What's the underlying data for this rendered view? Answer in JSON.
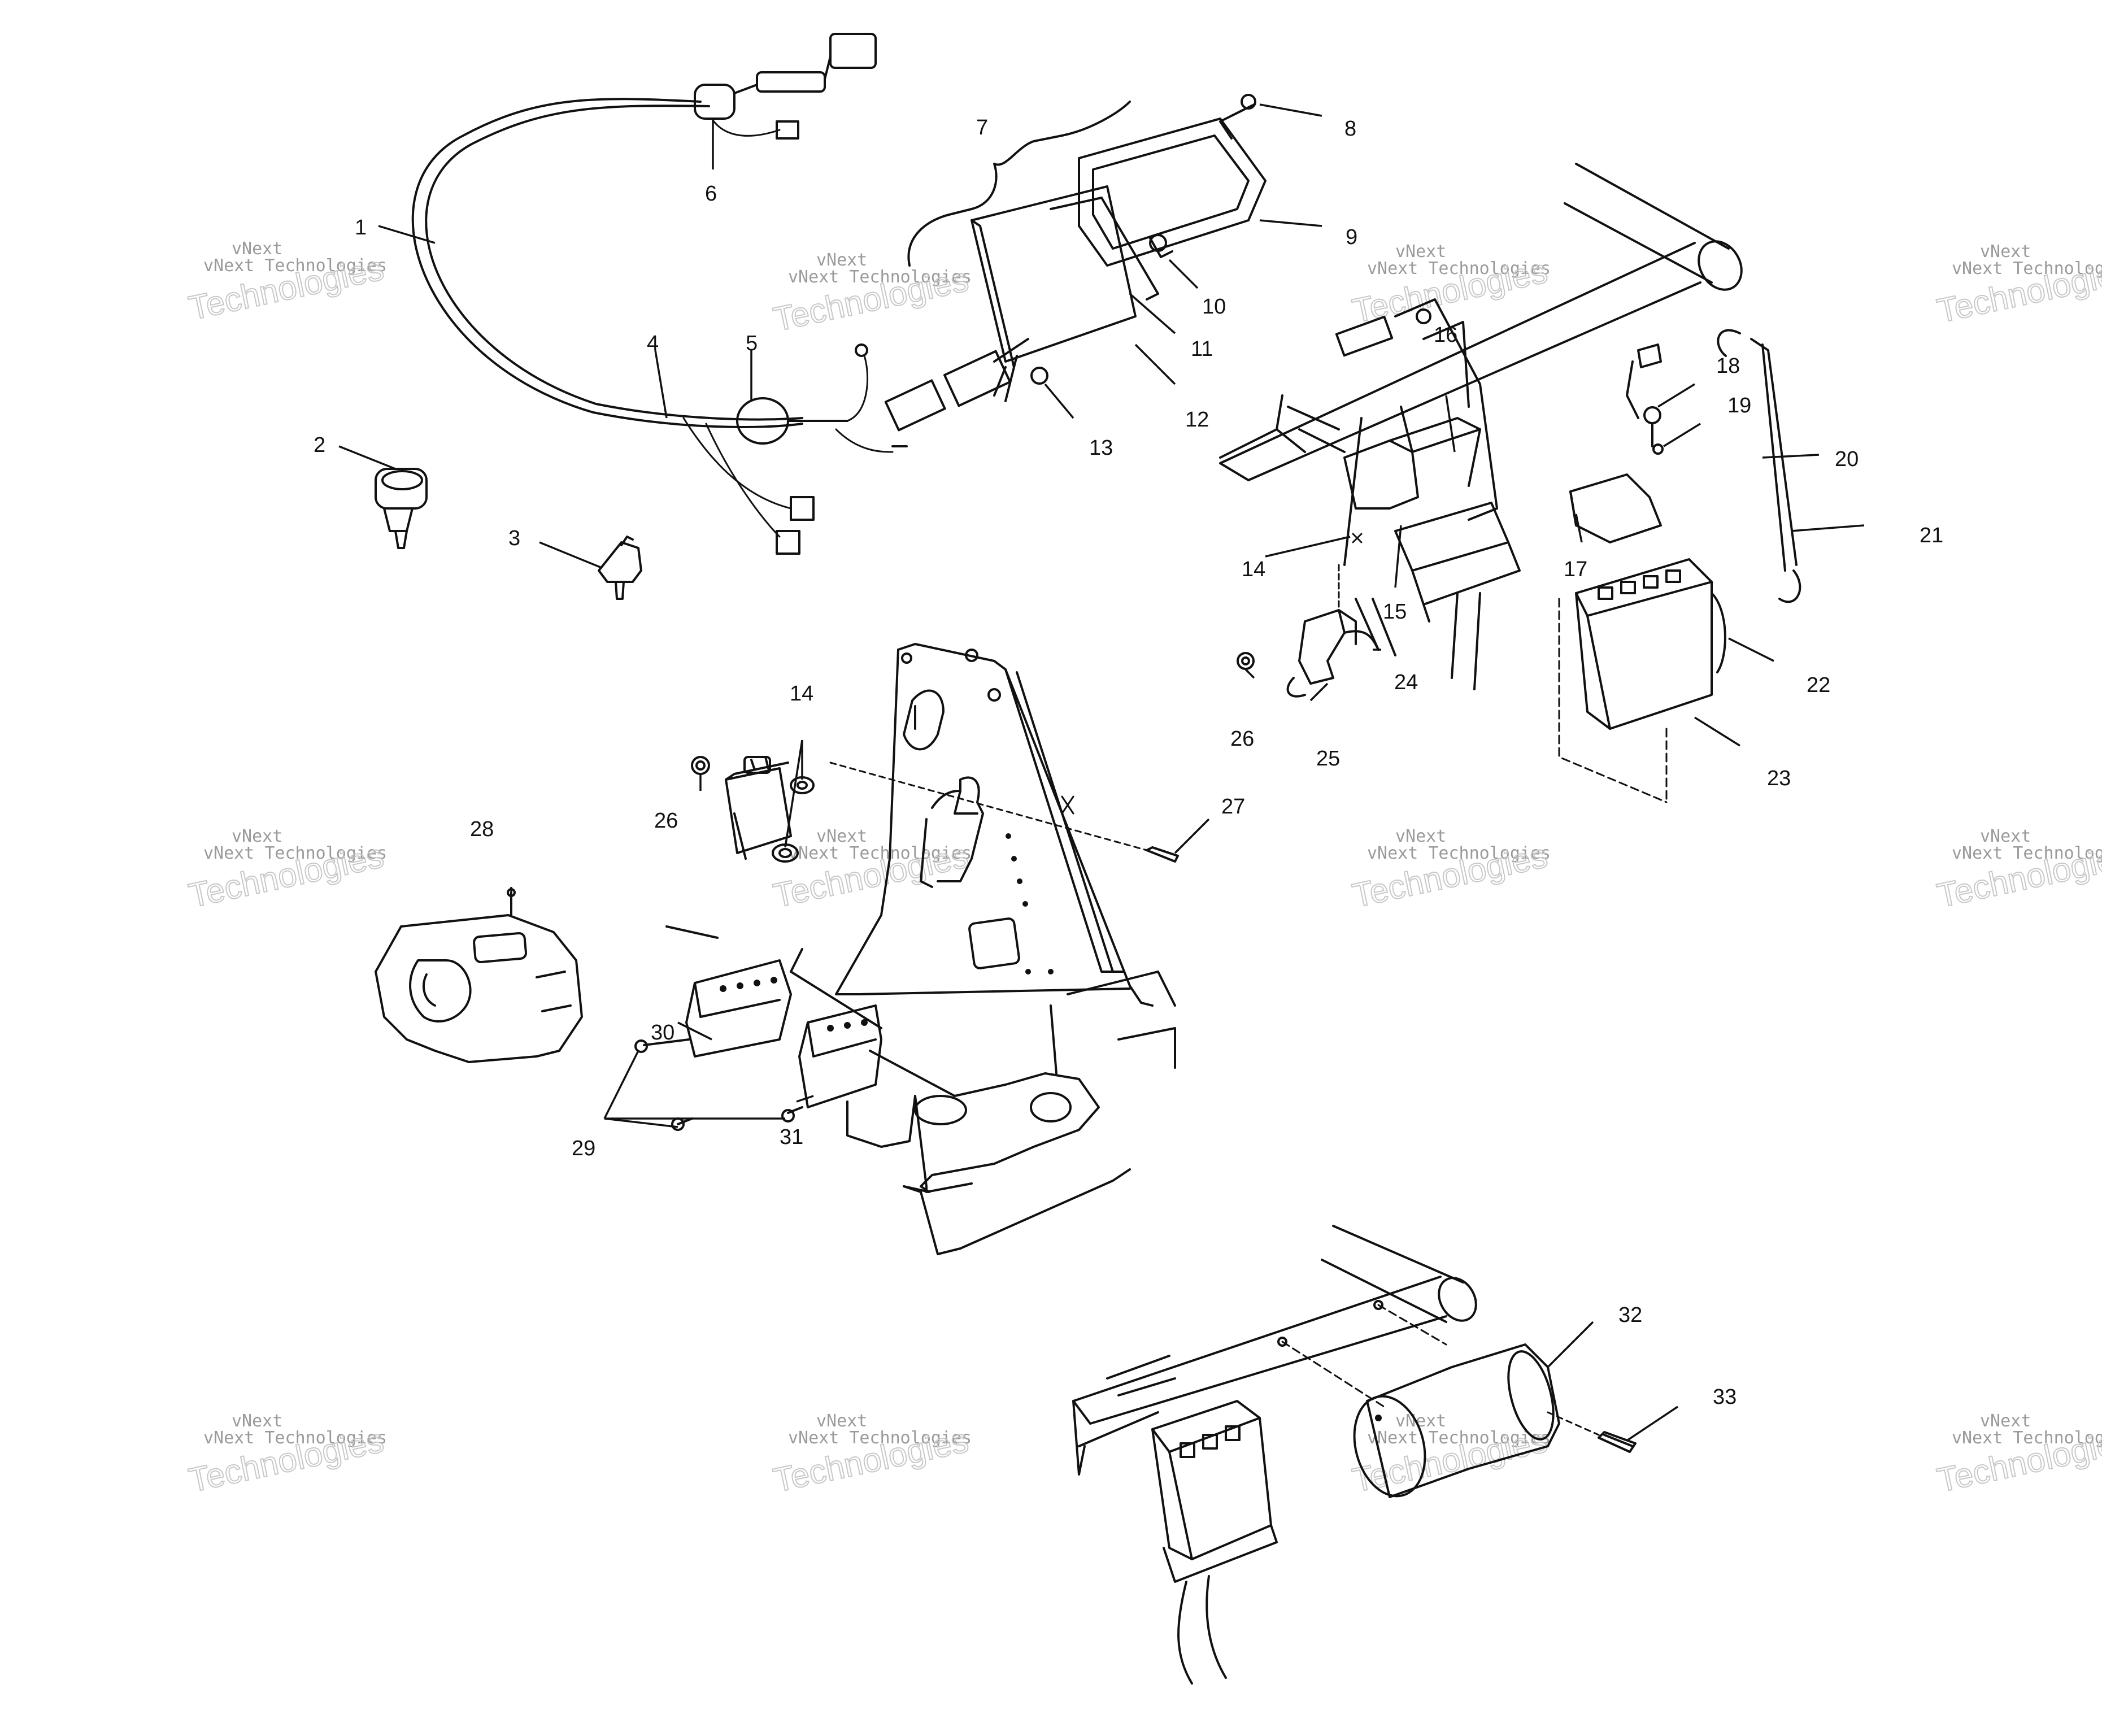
{
  "watermark": {
    "line_1": "vNext",
    "line_2": "vNext Technologies",
    "line_3": "Technologies"
  },
  "callouts": {
    "c1": "1",
    "c2": "2",
    "c3": "3",
    "c4": "4",
    "c5": "5",
    "c6": "6",
    "c7": "7",
    "c8": "8",
    "c9": "9",
    "c10": "10",
    "c11": "11",
    "c12": "12",
    "c13": "13",
    "c14a": "14",
    "c14b": "14",
    "c15": "15",
    "c16": "16",
    "c17": "17",
    "c18": "18",
    "c19": "19",
    "c20": "20",
    "c21": "21",
    "c22": "22",
    "c23": "23",
    "c24": "24",
    "c25": "25",
    "c26a": "26",
    "c26b": "26",
    "c27": "27",
    "c28": "28",
    "c29": "29",
    "c30": "30",
    "c31": "31",
    "c32": "32",
    "c33": "33"
  },
  "colors": {
    "line": "#111111",
    "background": "#ffffff",
    "watermark": "#9a9a9a"
  }
}
